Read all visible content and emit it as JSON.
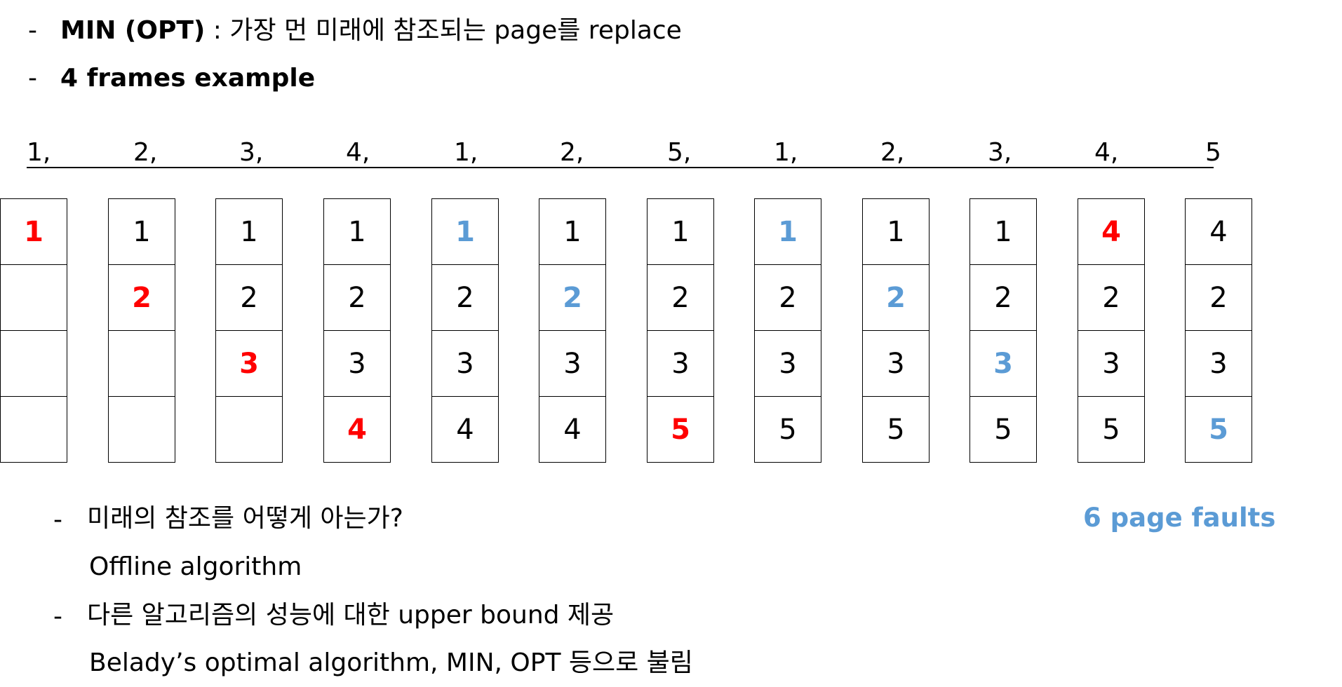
{
  "bullets": {
    "dash": "-",
    "b1": {
      "bold": "MIN (OPT)",
      "rest": " : 가장 먼 미래에 참조되는 page를 replace"
    },
    "b2": {
      "bold": "4 frames example"
    }
  },
  "reference_string": [
    "1,",
    "2,",
    "3,",
    "4,",
    "1,",
    "2,",
    "5,",
    "1,",
    "2,",
    "3,",
    "4,",
    "5"
  ],
  "frame_states": [
    [
      {
        "v": "1",
        "s": "fault"
      },
      {
        "v": "",
        "s": ""
      },
      {
        "v": "",
        "s": ""
      },
      {
        "v": "",
        "s": ""
      }
    ],
    [
      {
        "v": "1",
        "s": ""
      },
      {
        "v": "2",
        "s": "fault"
      },
      {
        "v": "",
        "s": ""
      },
      {
        "v": "",
        "s": ""
      }
    ],
    [
      {
        "v": "1",
        "s": ""
      },
      {
        "v": "2",
        "s": ""
      },
      {
        "v": "3",
        "s": "fault"
      },
      {
        "v": "",
        "s": ""
      }
    ],
    [
      {
        "v": "1",
        "s": ""
      },
      {
        "v": "2",
        "s": ""
      },
      {
        "v": "3",
        "s": ""
      },
      {
        "v": "4",
        "s": "fault"
      }
    ],
    [
      {
        "v": "1",
        "s": "hit"
      },
      {
        "v": "2",
        "s": ""
      },
      {
        "v": "3",
        "s": ""
      },
      {
        "v": "4",
        "s": ""
      }
    ],
    [
      {
        "v": "1",
        "s": ""
      },
      {
        "v": "2",
        "s": "hit"
      },
      {
        "v": "3",
        "s": ""
      },
      {
        "v": "4",
        "s": ""
      }
    ],
    [
      {
        "v": "1",
        "s": ""
      },
      {
        "v": "2",
        "s": ""
      },
      {
        "v": "3",
        "s": ""
      },
      {
        "v": "5",
        "s": "fault"
      }
    ],
    [
      {
        "v": "1",
        "s": "hit"
      },
      {
        "v": "2",
        "s": ""
      },
      {
        "v": "3",
        "s": ""
      },
      {
        "v": "5",
        "s": ""
      }
    ],
    [
      {
        "v": "1",
        "s": ""
      },
      {
        "v": "2",
        "s": "hit"
      },
      {
        "v": "3",
        "s": ""
      },
      {
        "v": "5",
        "s": ""
      }
    ],
    [
      {
        "v": "1",
        "s": ""
      },
      {
        "v": "2",
        "s": ""
      },
      {
        "v": "3",
        "s": "hit"
      },
      {
        "v": "5",
        "s": ""
      }
    ],
    [
      {
        "v": "4",
        "s": "fault"
      },
      {
        "v": "2",
        "s": ""
      },
      {
        "v": "3",
        "s": ""
      },
      {
        "v": "5",
        "s": ""
      }
    ],
    [
      {
        "v": "4",
        "s": ""
      },
      {
        "v": "2",
        "s": ""
      },
      {
        "v": "3",
        "s": ""
      },
      {
        "v": "5",
        "s": "hit"
      }
    ]
  ],
  "colors": {
    "fault": "#ff0000",
    "hit": "#5b9bd5"
  },
  "page_faults_label": "6 page faults",
  "notes": {
    "q1": "미래의 참조를 어떻게 아는가?",
    "a1": "Offline algorithm",
    "q2": "다른 알고리즘의 성능에 대한 upper bound 제공",
    "a2": "Belady’s optimal algorithm, MIN, OPT 등으로 불림"
  }
}
